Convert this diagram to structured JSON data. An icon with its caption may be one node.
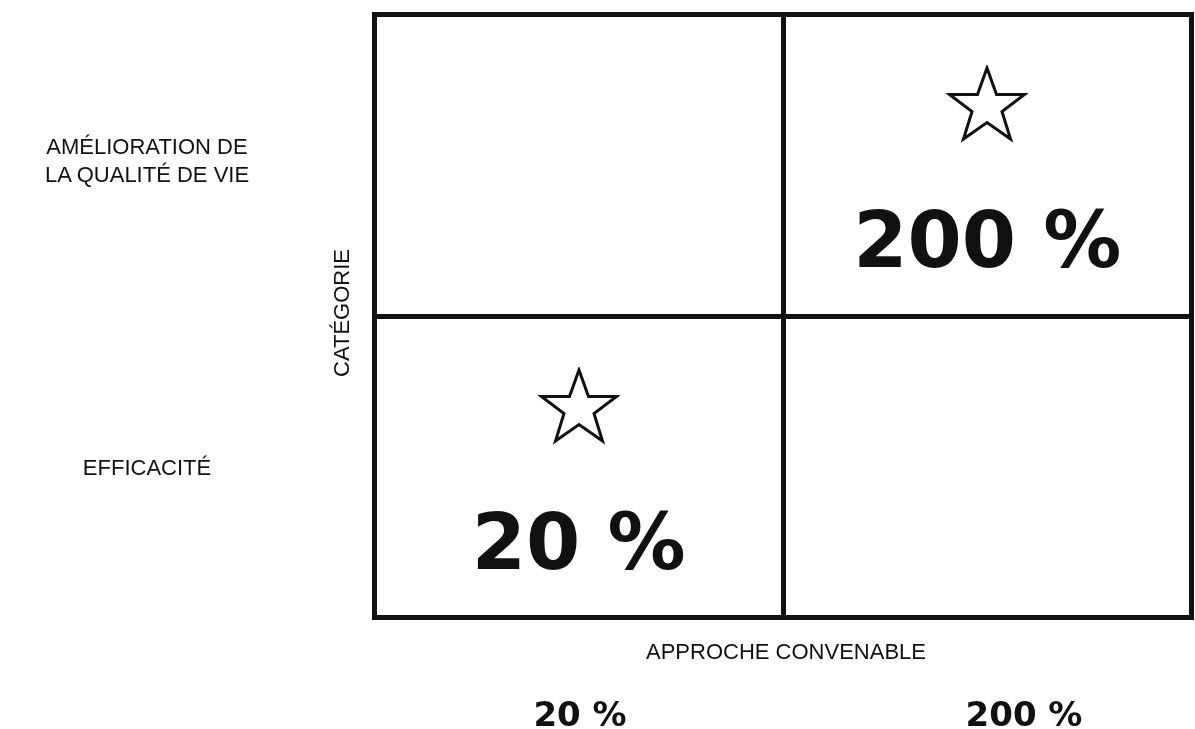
{
  "diagram": {
    "nodes": [
      {
        "text": [],
        "shape": "box"
      },
      {
        "text": [
          "200 %"
        ]
      },
      {
        "text": [
          "20 %"
        ]
      },
      {
        "text": [],
        "shape": "box"
      }
    ],
    "labels": [
      "AMÉLIORATION DE LA QUALITÉ DE VIE",
      "CATÉGORIE",
      "EFFICACITÉ",
      "APPROCHE CONVENABLE",
      "20 %",
      "200 %"
    ]
  }
}
